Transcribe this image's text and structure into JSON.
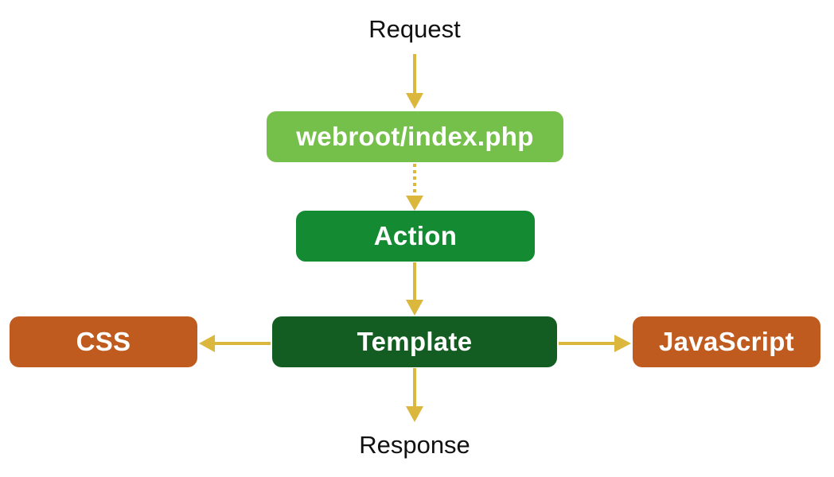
{
  "labels": {
    "request": "Request",
    "response": "Response"
  },
  "nodes": {
    "index": "webroot/index.php",
    "action": "Action",
    "template": "Template",
    "css": "CSS",
    "javascript": "JavaScript"
  },
  "colors": {
    "index_box": "#75bf4b",
    "action_box": "#148a33",
    "template_box": "#135d23",
    "asset_box": "#c05b1f",
    "arrow": "#dcb73d",
    "text_label": "#111111"
  }
}
